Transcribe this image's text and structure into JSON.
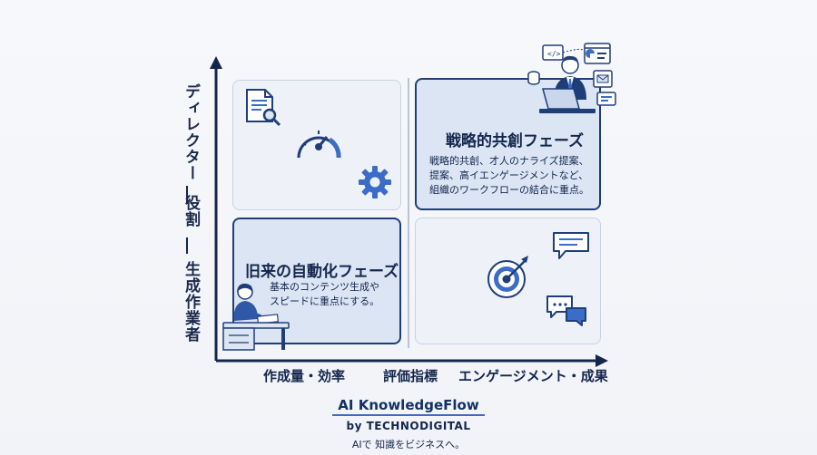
{
  "left_axis": {
    "top_label": "ディレクター",
    "middle_label": "役割",
    "bottom_label": "生成作業者"
  },
  "quadrants": {
    "top_right": {
      "title": "戦略的共創フェーズ",
      "description": "戦略的共創、才人のナライズ提案、\n提案、高イエンゲージメントなど、\n組織のワークフローの結合に重点。"
    },
    "bottom_left": {
      "title": "旧来の自動化フェーズ",
      "description": "基本のコンテンツ生成や\nスピードに重点にする。"
    }
  },
  "x_axis": {
    "left_label": "作成量・効率",
    "middle_label": "評価指標",
    "right_label": "エンゲージメント・成果"
  },
  "footer": {
    "brand": "AI KnowledgeFlow",
    "by": "by TECHNODIGITAL",
    "tagline": "AIで 知識をビジネスへ。"
  },
  "colors": {
    "navy": "#1f3e78",
    "accent": "#3b6cc7",
    "panel_blue": "#dbe5f4"
  }
}
